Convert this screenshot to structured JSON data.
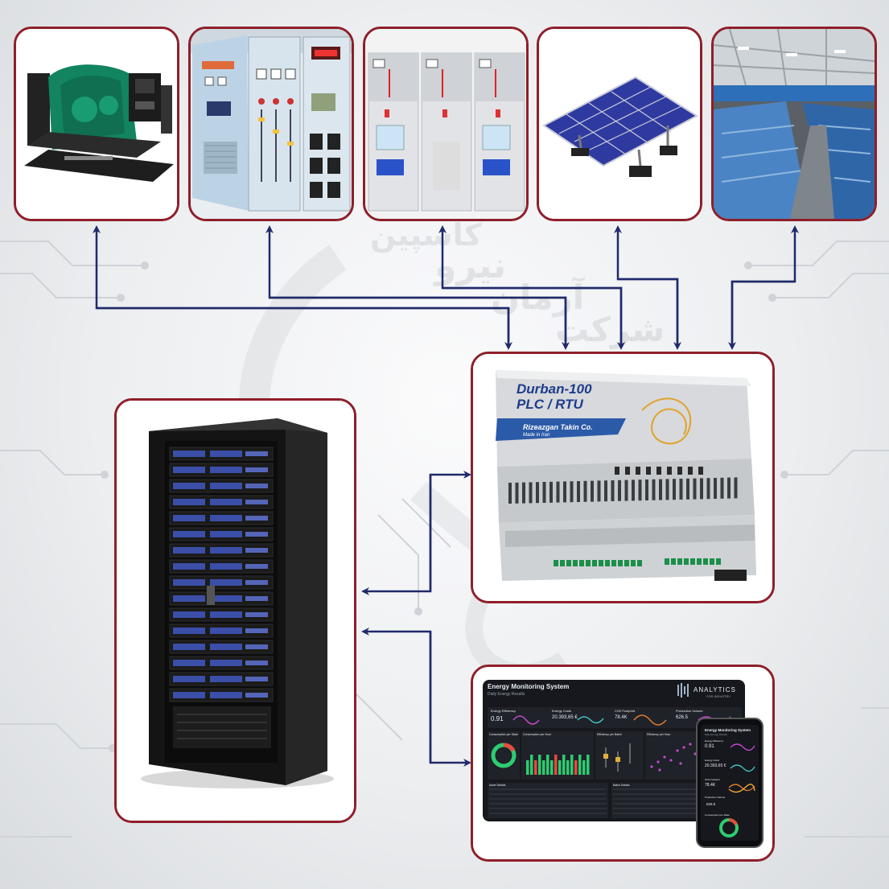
{
  "watermark": {
    "line1": "کاسپین",
    "line2": "نیرو",
    "line3": "آرمان",
    "line4": "شرکت"
  },
  "plc": {
    "title_line1": "Durban-100",
    "title_line2": "PLC / RTU",
    "brand": "Rizeazgan Takin Co.",
    "made_in": "Made in Iran"
  },
  "dashboard": {
    "title": "Energy Monitoring System",
    "subtitle": "Daily Energy Results",
    "logo_line1": "ANALYTICS",
    "logo_line2": "FOR INDUSTRY",
    "kpi_efficiency_label": "Energy Efficiency",
    "kpi_efficiency_value": "0.91",
    "kpi_costs_label": "Energy Costs",
    "kpi_costs_value": "20.393,65 €",
    "kpi_co2_label": "CO2 Footprint",
    "kpi_co2_value": "78.4K",
    "kpi_production_label": "Production Volume",
    "kpi_production_value": "626.5",
    "chart1_label": "Consumption per State",
    "chart2_label": "Consumption per Hour",
    "chart3_label": "Efficiency per Batch",
    "chart4_label": "Efficiency per Hour",
    "table1_label": "Asset Details",
    "table2_label": "Batch Details"
  },
  "mobile": {
    "title": "Energy Monitoring System",
    "subtitle": "Daily Energy Results",
    "efficiency_label": "Energy Efficiency",
    "efficiency_value": "0.91",
    "costs_label": "Energy Costs",
    "costs_value": "20.393,65 €",
    "co2_label": "CO2 Footprint",
    "co2_value": "78.4K",
    "production_label": "Production Volume",
    "production_value": "626.5",
    "consumption_label": "Consumption per State"
  },
  "colors": {
    "card_border": "#8e1f2a",
    "connector": "#1f2a6b",
    "plc_blue": "#2b5aa8",
    "dashboard_bg": "#16181d",
    "accent_green": "#2ecc71"
  },
  "icons": {
    "generator": "generator-icon",
    "control_panel": "control-panel-icon",
    "switchgear": "switchgear-icon",
    "solar": "solar-panel-icon",
    "factory": "factory-icon",
    "server": "server-rack-icon"
  }
}
